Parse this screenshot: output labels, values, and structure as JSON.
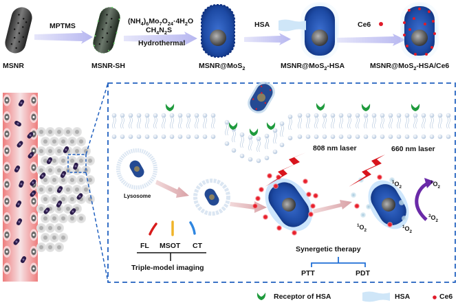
{
  "synthesis": {
    "steps": [
      {
        "product": "MSNR"
      },
      {
        "reagent": "MPTMS",
        "product": "MSNR-SH"
      },
      {
        "reagent_line1": "(NH4)6Mo7O24·4H2O",
        "reagent_line2": "CH4N2S",
        "condition": "Hydrothermal",
        "product": "MSNR@MoS2"
      },
      {
        "reagent": "HSA",
        "product": "MSNR@MoS2-HSA"
      },
      {
        "reagent": "Ce6",
        "product": "MSNR@MoS2-HSA/Ce6"
      }
    ],
    "labels": {
      "msnr": "MSNR",
      "mptms": "MPTMS",
      "msnr_sh": "MSNR-SH",
      "mo_salt_a": "(NH",
      "mo_salt_b": "4",
      "mo_salt_c": ")",
      "mo_salt_d": "6",
      "mo_salt_e": "Mo",
      "mo_salt_f": "7",
      "mo_salt_g": "O",
      "mo_salt_h": "24",
      "mo_salt_i": "·4H",
      "mo_salt_j": "2",
      "mo_salt_k": "O",
      "thiourea_a": "CH",
      "thiourea_b": "4",
      "thiourea_c": "N",
      "thiourea_d": "2",
      "thiourea_e": "S",
      "hydrothermal": "Hydrothermal",
      "mos2_a": "MSNR@MoS",
      "mos2_b": "2",
      "hsa": "HSA",
      "mos2hsa_a": "MSNR@MoS",
      "mos2hsa_b": "2",
      "mos2hsa_c": "-HSA",
      "ce6": "Ce6",
      "final_a": "MSNR@MoS",
      "final_b": "2",
      "final_c": "-HSA/Ce6"
    }
  },
  "mechanism": {
    "lysosome": "Lysosome",
    "laser1": "808 nm laser",
    "laser2": "660 nm laser",
    "singlet_oxygen_sup": "1",
    "triplet_oxygen_sup": "3",
    "oxygen_main": "O",
    "oxygen_sub": "2",
    "imaging": {
      "modes": [
        "FL",
        "MSOT",
        "CT"
      ],
      "title": "Triple-model imaging",
      "colors": [
        "#d81b1b",
        "#f0b429",
        "#2f86e0"
      ]
    },
    "therapy": {
      "title": "Synergetic therapy",
      "modes": [
        "PTT",
        "PDT"
      ]
    }
  },
  "legend": {
    "receptor": "Receptor of HSA",
    "hsa": "HSA",
    "ce6": "Ce6"
  },
  "colors": {
    "dashed_box": "#1f5fbf",
    "arrow_light": "#c8c8f5",
    "arrow_pink": "#e2b4b8",
    "receptor": "#1e9a3c",
    "ce6": "#e01b2a",
    "mos2": "#1f4ea8",
    "hsa": "#cfe6f8",
    "vessel": "#f08c8c",
    "o2_arrow": "#6a2aa8",
    "laser": "#d8141c"
  }
}
